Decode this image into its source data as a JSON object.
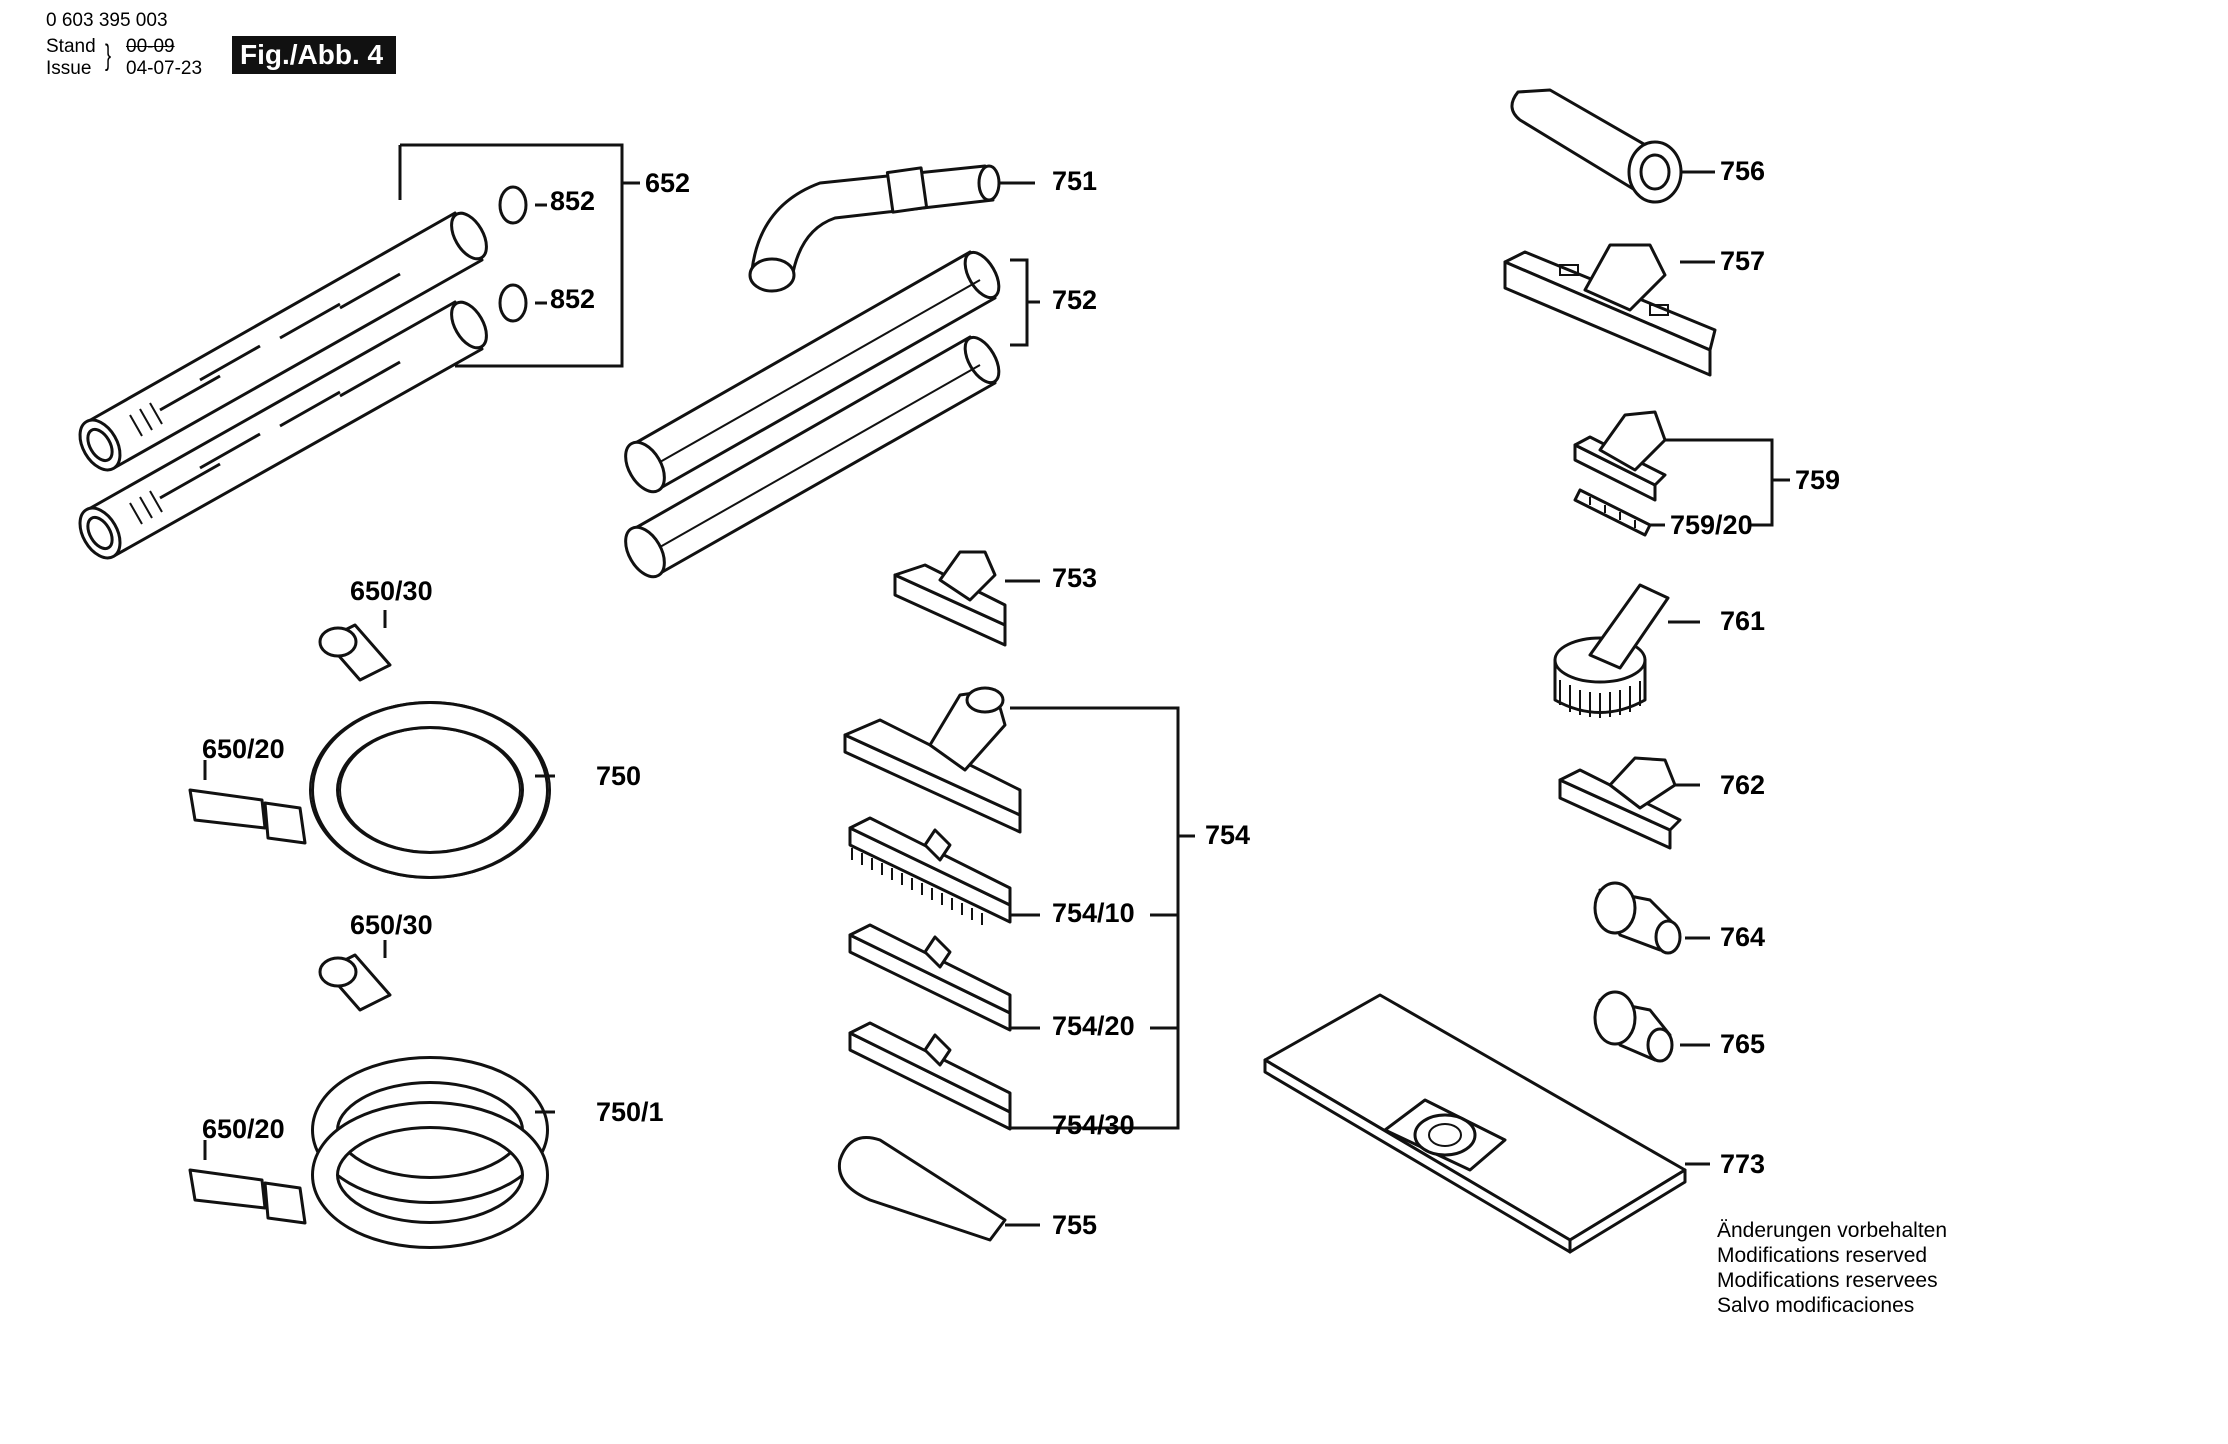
{
  "header": {
    "doc_number": "0 603 395 003",
    "stand_label": "Stand",
    "issue_label": "Issue",
    "old_date": "00-09",
    "new_date": "04-07-23",
    "figure_tag": "Fig./Abb. 4"
  },
  "labels": {
    "l652": "652",
    "l852a": "852",
    "l852b": "852",
    "l751": "751",
    "l752": "752",
    "l753": "753",
    "l754": "754",
    "l754_10": "754/10",
    "l754_20": "754/20",
    "l754_30": "754/30",
    "l755": "755",
    "l650_30a": "650/30",
    "l650_20a": "650/20",
    "l750": "750",
    "l650_30b": "650/30",
    "l650_20b": "650/20",
    "l750_1": "750/1",
    "l756": "756",
    "l757": "757",
    "l759": "759",
    "l759_20": "759/20",
    "l761": "761",
    "l762": "762",
    "l764": "764",
    "l765": "765",
    "l773": "773"
  },
  "notes": [
    "Änderungen vorbehalten",
    "Modifications reserved",
    "Modifications reservees",
    "Salvo modificaciones"
  ]
}
